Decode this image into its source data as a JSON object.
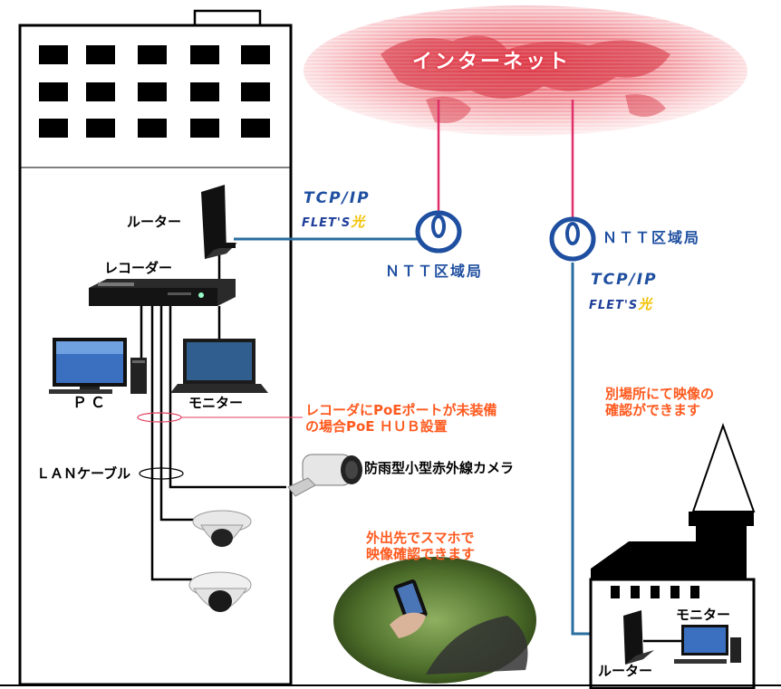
{
  "internet": {
    "label": "インターネット"
  },
  "ntt_left": {
    "label": "ＮＴＴ区域局"
  },
  "ntt_right": {
    "label": "ＮＴＴ区域局"
  },
  "tcp_left": "TCP/IP",
  "tcp_right": "TCP/IP",
  "flets_left": {
    "text": "FLET'S",
    "mark": "光"
  },
  "flets_right": {
    "text": "FLET'S",
    "mark": "光"
  },
  "building": {
    "router": "ルーター",
    "recorder": "レコーダー",
    "pc": "ＰＣ",
    "monitor": "モニター",
    "lan_cable": "ＬＡＮケーブル",
    "camera": "防雨型小型赤外線カメラ"
  },
  "poe_note": [
    "レコーダにPoEポートが未装備",
    "の場合PoE ＨＵＢ設置"
  ],
  "remote_note": [
    "別場所にて映像の",
    "確認ができます"
  ],
  "smartphone_note": [
    "外出先でスマホで",
    "映像確認できます"
  ],
  "remote_site": {
    "monitor": "モニター",
    "router": "ルーター"
  },
  "colors": {
    "cable_blue": "#2a6ea0",
    "internet_link": "#e0306a",
    "annotation": "#ff5a1f",
    "ntt_blue": "#1f4fa0"
  }
}
